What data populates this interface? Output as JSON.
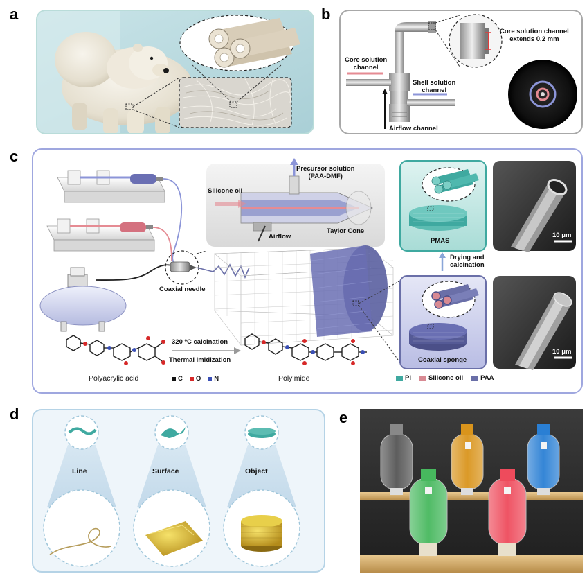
{
  "panels": {
    "a": {
      "label": "a"
    },
    "b": {
      "label": "b",
      "core_solution_channel": "Core solution\nchannel",
      "shell_solution_channel": "Shell solution\nchannel",
      "airflow_channel": "Airflow channel",
      "extends_note": "Core solution channel\nextends 0.2 mm"
    },
    "c": {
      "label": "c",
      "precursor_solution": "Precursor solution\n(PAA-DMF)",
      "silicone_oil": "Silicone oil",
      "airflow": "Airflow",
      "taylor_cone": "Taylor Cone",
      "coaxial_needle": "Coaxial needle",
      "pmas": "PMAS",
      "coaxial_sponge": "Coaxial sponge",
      "drying": "Drying and\ncalcination",
      "scale_bar_top": "10 μm",
      "scale_bar_bottom": "10 μm",
      "calcination": "320 ºC calcination",
      "thermal_imidization": "Thermal imidization",
      "polyacrylic_acid": "Polyacrylic acid",
      "polyimide": "Polyimide",
      "atom_legend": [
        {
          "symbol": "C",
          "color": "#111111"
        },
        {
          "symbol": "O",
          "color": "#d62828"
        },
        {
          "symbol": "N",
          "color": "#3a4fb5"
        }
      ],
      "material_legend": [
        {
          "name": "PI",
          "color": "#3fa9a0"
        },
        {
          "name": "Silicone oil",
          "color": "#d88a93"
        },
        {
          "name": "PAA",
          "color": "#6a6fa8"
        }
      ]
    },
    "d": {
      "label": "d",
      "items": [
        {
          "name": "Line"
        },
        {
          "name": "Surface"
        },
        {
          "name": "Object"
        }
      ]
    },
    "e": {
      "label": "e"
    }
  },
  "colors": {
    "panel_a_border": "#b9dcd9",
    "panel_a_bg": "#dcefee",
    "panel_b_border": "#a8a8a8",
    "panel_c_border": "#9fa7df",
    "panel_d_border": "#b5d3e6",
    "panel_d_bg": "#eef5fa",
    "pi_teal": "#3fa9a0",
    "paa_purple": "#6a6fa8"
  }
}
